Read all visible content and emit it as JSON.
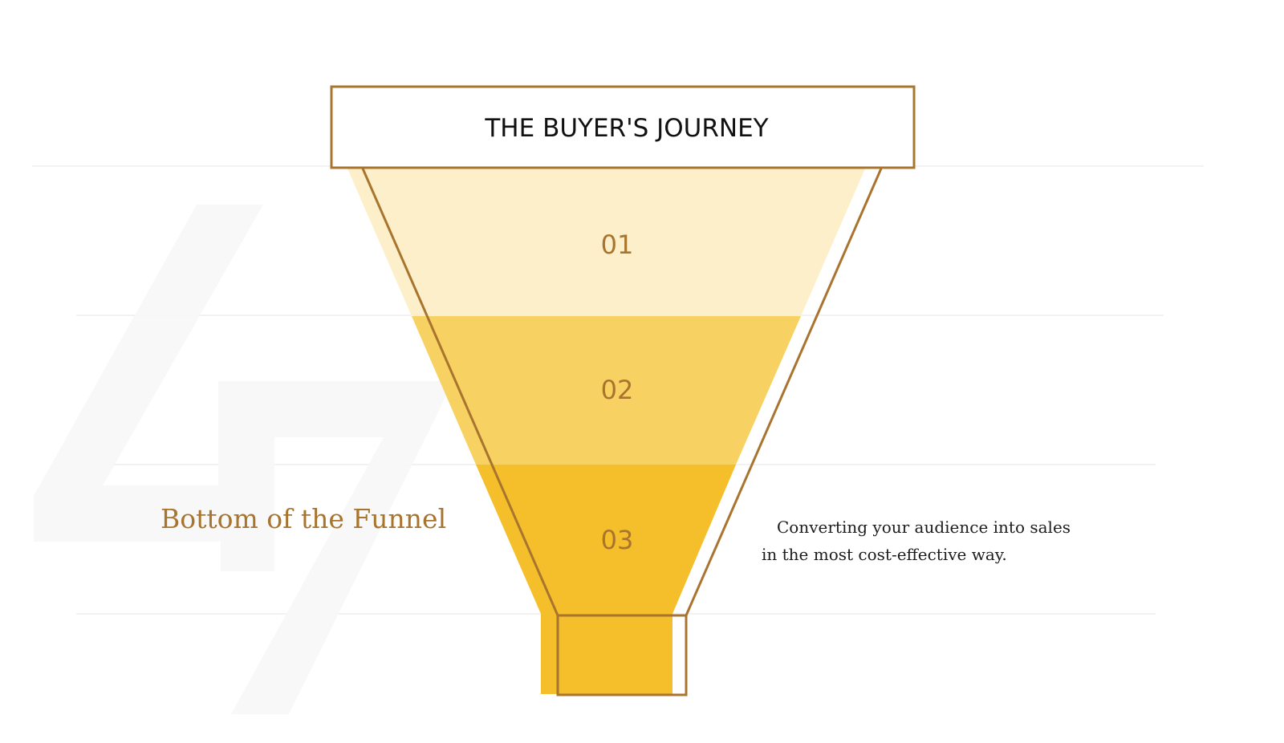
{
  "diagram": {
    "title": "THE BUYER'S JOURNEY",
    "stages": [
      {
        "number": "01",
        "color": "#fcefc9"
      },
      {
        "number": "02",
        "color": "#f7d162"
      },
      {
        "number": "03",
        "color": "#f5be2b"
      }
    ],
    "outline_color": "#a8742e",
    "active_stage": {
      "label": "Bottom of the Funnel",
      "description_line_1": "Converting your audience into sales",
      "description_line_2": "in the most cost-effective way."
    }
  }
}
